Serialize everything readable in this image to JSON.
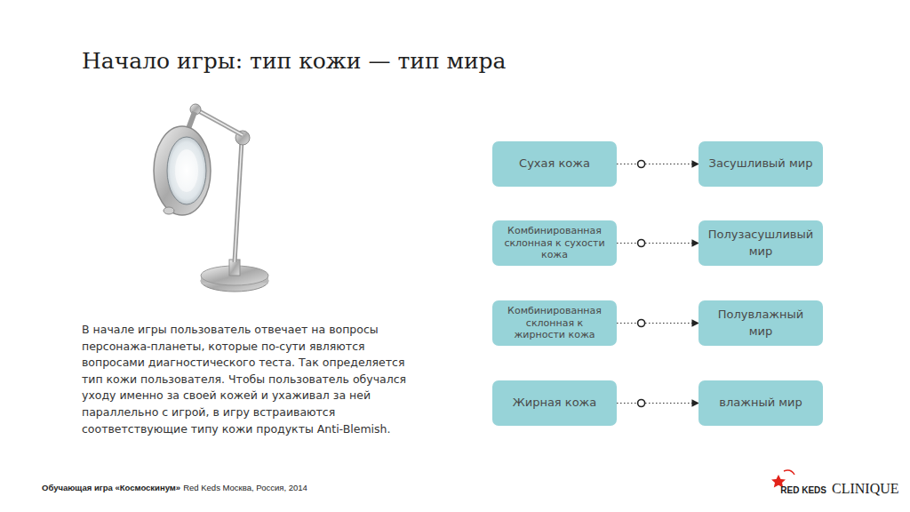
{
  "diagram": {
    "title": "Начало игры: тип кожи — тип мира",
    "nodes": [
      {
        "text": [
          "Сухая кожа"
        ]
      },
      {
        "text": [
          "Засушливый мир"
        ]
      },
      {
        "text": [
          "Комбинированная склонная к сухости кожа"
        ]
      },
      {
        "text": [
          "Полузасушливый мир"
        ]
      },
      {
        "text": [
          "Комбинированная склонная к жирности кожа"
        ]
      },
      {
        "text": [
          "Полувлажный мир"
        ]
      },
      {
        "text": [
          "Жирная кожа"
        ]
      },
      {
        "text": [
          "влажный мир"
        ]
      }
    ],
    "edges": [
      {
        "from": 0,
        "to": 1,
        "arrow": "to"
      },
      {
        "from": 2,
        "to": 3,
        "arrow": "to"
      },
      {
        "from": 4,
        "to": 5,
        "arrow": "to"
      },
      {
        "from": 6,
        "to": 7,
        "arrow": "to"
      }
    ],
    "labels": [
      "В начале игры пользователь отвечает на вопросы персонажа-планеты, которые по-сути являются вопросами диагностического теста. Так определяется тип кожи пользователя. Чтобы пользователь обучался уходу именно за своей кожей и ухаживал за ней параллельно с игрой, в игру встраиваются соответствующие типу кожи продукты Anti-Blemish.",
      "Обучающая игра «Космоскинум»",
      "Red Keds Москва, Россия, 2014",
      "RED KEDS",
      "CLINIQUE"
    ]
  }
}
